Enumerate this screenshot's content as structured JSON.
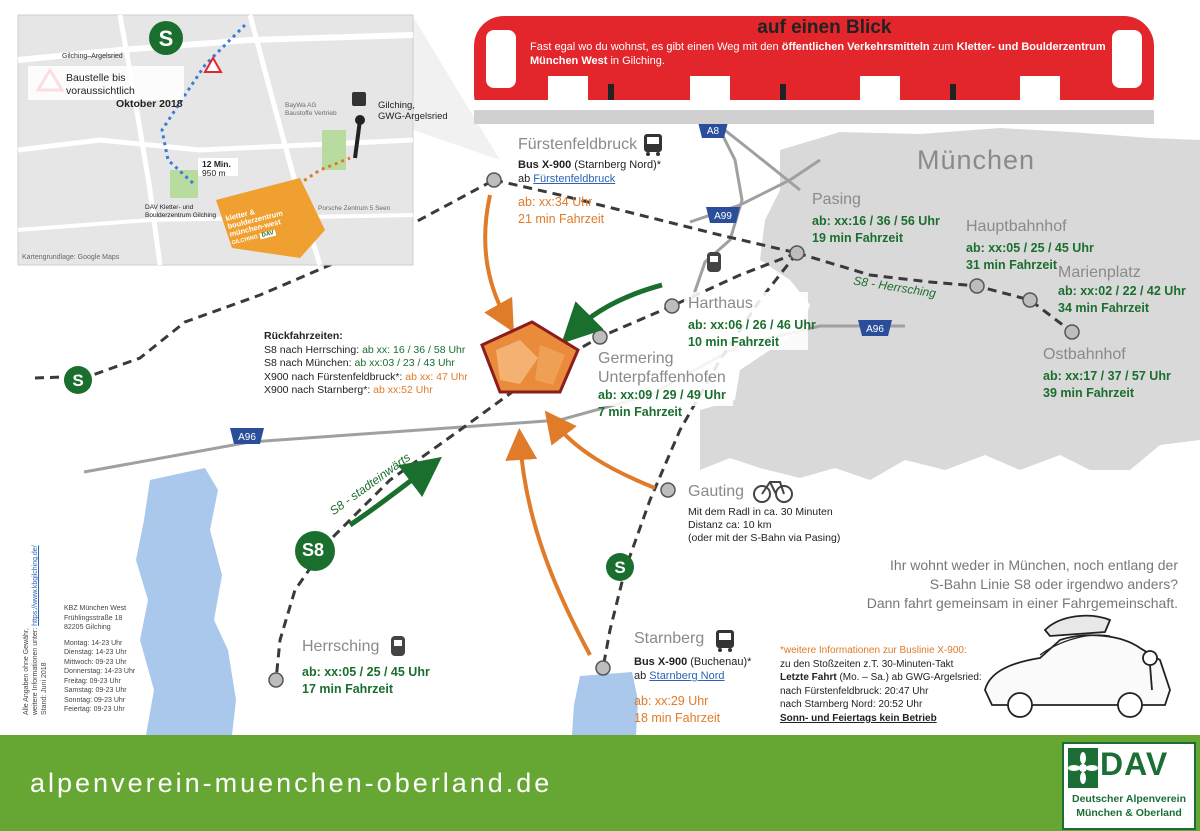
{
  "header": {
    "title_red": "ÖFFENTLICHE ANREISE",
    "title_rest": " auf einen Blick",
    "sub_a": "Fast egal wo du wohnst, es gibt einen Weg mit den ",
    "sub_b": "öffentlichen Verkehrsmitteln",
    "sub_c": " zum ",
    "sub_d": "Kletter- und Boulderzentrum München West",
    "sub_e": " in Gilching."
  },
  "inset": {
    "construction_l1": "Baustelle bis voraussichtlich",
    "construction_l2": "Oktober 2018",
    "bus_stop_l1": "Gilching,",
    "bus_stop_l2": "GWG-Argelsried",
    "walk": "12 Min.",
    "walk_dist": "950 m",
    "station_label": "Gilching–Argelsried",
    "dav_l1": "DAV Kletter- und",
    "dav_l2": "Boulderzentrum Gilching",
    "street_beywa": "BayWa AG",
    "street_baustoffe": "Baustoffe Vertrieb",
    "street_porsche": "Porsche Zentrum 5 Seen",
    "logo_l1": "kletter &",
    "logo_l2": "boulderzentrum",
    "logo_l3": "münchen-west",
    "logo_l4": "GILCHING",
    "logo_dav": "DAV",
    "attribution": "Kartengrundlage: Google Maps"
  },
  "map": {
    "city": "München",
    "road_a8": "A8",
    "road_a99": "A99",
    "road_a96_left": "A96",
    "road_a96_right": "A96",
    "s8_badge": "S8",
    "s8_herrsching_line": "S8 - Herrsching",
    "s8_inbound": "S8 - stadteinwärts"
  },
  "stations": {
    "fuerstenfeldbruck": {
      "name": "Fürstenfeldbruck",
      "bus_a": "Bus X-900",
      "bus_b": " (Starnberg Nord)*",
      "ab": "ab ",
      "ab_link": "Fürstenfeldbruck",
      "dep": "ab: xx:34 Uhr",
      "time": "21 min Fahrzeit"
    },
    "pasing": {
      "name": "Pasing",
      "dep": "ab: xx:16 / 36 / 56 Uhr",
      "time": "19 min Fahrzeit"
    },
    "hauptbahnhof": {
      "name": "Hauptbahnhof",
      "dep": "ab: xx:05 / 25 / 45 Uhr",
      "time": "31 min Fahrzeit"
    },
    "marienplatz": {
      "name": "Marienplatz",
      "dep": "ab: xx:02 / 22 / 42 Uhr",
      "time": "34 min Fahrzeit"
    },
    "ostbahnhof": {
      "name": "Ostbahnhof",
      "dep": "ab: xx:17 / 37 / 57 Uhr",
      "time": "39 min Fahrzeit"
    },
    "harthaus": {
      "name": "Harthaus",
      "dep": "ab: xx:06 / 26 / 46 Uhr",
      "time": "10 min Fahrzeit"
    },
    "germering": {
      "name_l1": "Germering",
      "name_l2": "Unterpfaffenhofen",
      "dep": "ab: xx:09 / 29 / 49 Uhr",
      "time": "7 min Fahrzeit"
    },
    "gauting": {
      "name": "Gauting",
      "l1": "Mit dem Radl in ca. 30 Minuten",
      "l2": "Distanz ca: 10 km",
      "l3": "(oder mit der S-Bahn via Pasing)"
    },
    "herrsching": {
      "name": "Herrsching",
      "dep": "ab: xx:05 / 25 / 45 Uhr",
      "time": "17 min Fahrzeit"
    },
    "starnberg": {
      "name": "Starnberg",
      "bus_a": "Bus X-900",
      "bus_b": " (Buchenau)*",
      "ab": "ab ",
      "ab_link": "Starnberg Nord",
      "dep": "ab: xx:29 Uhr",
      "time": "18 min Fahrzeit"
    }
  },
  "return": {
    "title": "Rückfahrzeiten:",
    "rows": [
      {
        "label": "S8 nach Herrsching: ",
        "value": "ab xx: 16 / 36 / 58 Uhr",
        "color": "#1a6e2e"
      },
      {
        "label": "S8 nach München: ",
        "value": "ab xx:03 / 23 / 43 Uhr",
        "color": "#1a6e2e"
      },
      {
        "label": "X900 nach Fürstenfeldbruck*: ",
        "value": "ab xx: 47 Uhr",
        "color": "#e07b2a"
      },
      {
        "label": "X900 nach Starnberg*: ",
        "value": "ab xx:52 Uhr",
        "color": "#e07b2a"
      }
    ]
  },
  "carpool": {
    "l1": "Ihr wohnt weder in München, noch entlang der",
    "l2": "S-Bahn Linie S8 oder irgendwo anders?",
    "l3": "Dann fahrt  gemeinsam in einer Fahrgemeinschaft."
  },
  "bus_info": {
    "title": "*weitere Informationen zur Buslinie X-900:",
    "l1": "zu den Stoßzeiten z.T. 30-Minuten-Takt",
    "l2_bold": "Letzte Fahrt",
    "l2_rest": " (Mo. – Sa.) ab GWG-Argelsried:",
    "l3": "nach Fürstenfeldbruck: 20:47 Uhr",
    "l4": "nach Starnberg Nord: 20:52 Uhr",
    "l5": "Sonn- und Feiertags kein Betrieb"
  },
  "address": {
    "name": "KBZ München West",
    "street": "Frühlingsstraße 18",
    "city": "82205 Gilching",
    "hours": [
      "Montag: 14-23 Uhr",
      "Dienstag: 14-23 Uhr",
      "Mittwoch: 09-23 Uhr",
      "Donnerstag: 14-23 Uhr",
      "Freitag: 09-23 Uhr",
      "Samstag: 09-23 Uhr",
      "Sonntag: 09-23 Uhr",
      "Feiertag: 09-23 Uhr"
    ]
  },
  "vertical_note": {
    "l1": "Alle Angaben ohne Gewähr,",
    "l2": "weitere Informationen unter: ",
    "l2_link": "https://www.kbgilching.de/",
    "l3": "Stand: Juni 2018"
  },
  "footer": {
    "url": "alpenverein-muenchen-oberland.de",
    "dav": "DAV",
    "dav_l1": "Deutscher Alpenverein",
    "dav_l2": "München & Oberland"
  },
  "colors": {
    "green": "#1a6e2e",
    "orange": "#e07b2a",
    "train_red": "#e3262c",
    "footer_green": "#66a632",
    "lake_blue": "#a9c8ec",
    "city_gray": "#d9d9d9"
  },
  "icons": [
    "s-bahn-icon",
    "bus-icon",
    "train-icon",
    "bicycle-icon",
    "construction-icon",
    "climbing-center-icon",
    "carpool-illustration"
  ]
}
